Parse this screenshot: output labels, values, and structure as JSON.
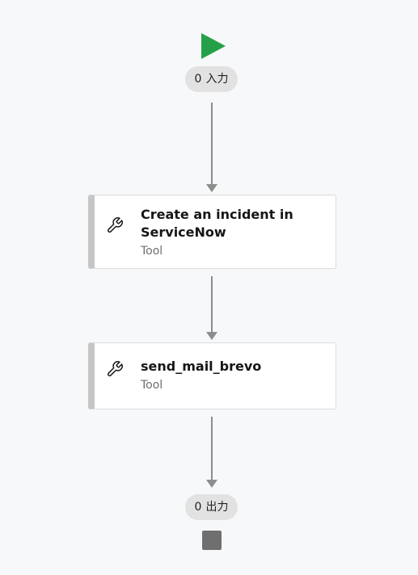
{
  "start": {
    "icon": "play-icon",
    "color": "#24a148"
  },
  "input_pill": {
    "count": "0",
    "label": "入力"
  },
  "nodes": [
    {
      "title": "Create an incident in ServiceNow",
      "subtitle": "Tool",
      "icon": "wrench-icon"
    },
    {
      "title": "send_mail_brevo",
      "subtitle": "Tool",
      "icon": "wrench-icon"
    }
  ],
  "output_pill": {
    "count": "0",
    "label": "出力"
  },
  "end": {
    "icon": "stop-icon",
    "color": "#6f6f6f"
  }
}
